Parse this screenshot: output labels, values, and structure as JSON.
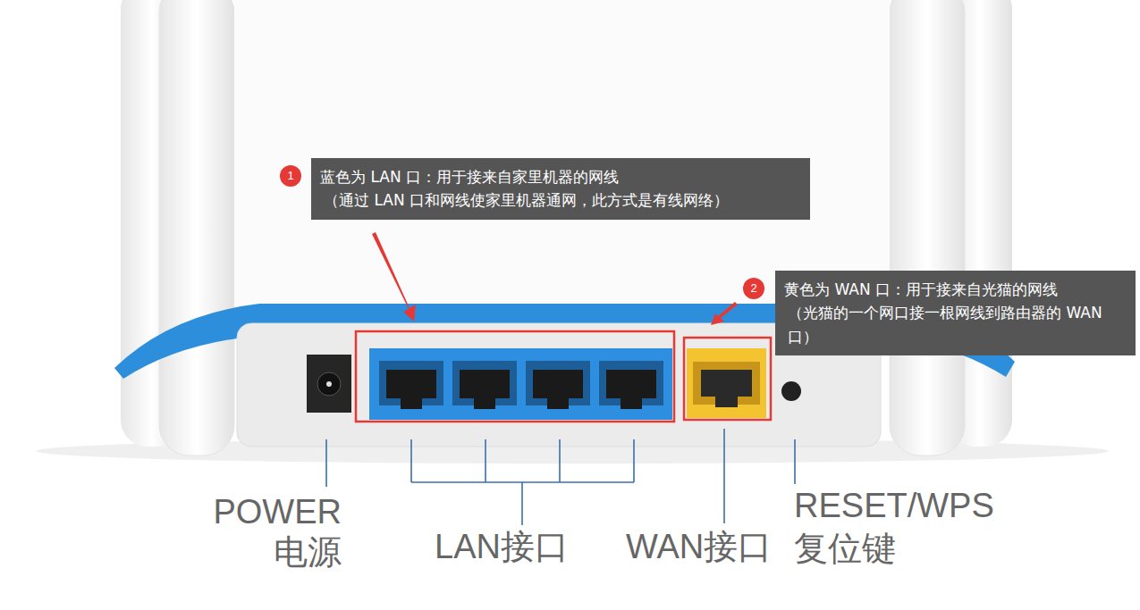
{
  "diagram": {
    "nodes": [
      {
        "text": [
          "蓝色为 LAN 口：用于接来自家里机器的网线",
          "（通过 LAN 口和网线使家里机器通网，此方式是有线网络）"
        ]
      },
      {
        "text": [
          "黄色为 WAN 口：用于接来自光猫的网线",
          "（光猫的一个网口接一根网线到路由器的 WAN 口）"
        ]
      }
    ],
    "labels": [
      "1",
      "2",
      "POWER",
      "电源",
      "LAN接口",
      "WAN接口",
      "RESET/WPS",
      "复位键"
    ]
  }
}
